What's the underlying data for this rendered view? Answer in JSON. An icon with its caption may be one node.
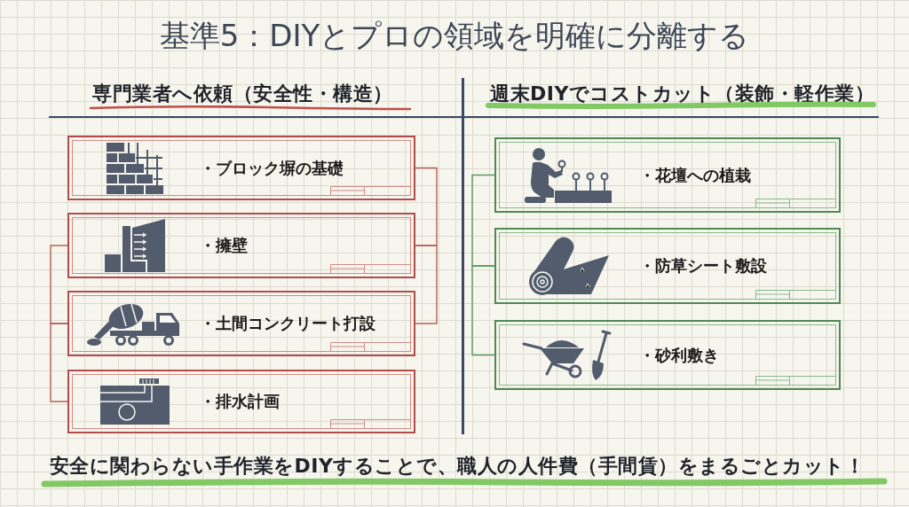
{
  "diagram": {
    "title": "基準5：DIYとプロの領域を明確に分離する",
    "caption": "安全に関わらない手作業をDIYすることで、職人の人件費（手間賃）をまるごとカット！",
    "nodes": [
      {
        "text": [
          "・ブロック塀の基礎"
        ]
      },
      {
        "text": [
          "・擁壁"
        ]
      },
      {
        "text": [
          "・土間コンクリート打設"
        ]
      },
      {
        "text": [
          "・排水計画"
        ]
      },
      {
        "text": [
          "・花壇への植栽"
        ]
      },
      {
        "text": [
          "・防草シート敷設"
        ]
      },
      {
        "text": [
          "・砂利敷き"
        ]
      }
    ],
    "edges": [
      {
        "from": 0,
        "to": 1,
        "arrow": "none"
      },
      {
        "from": 1,
        "to": 2,
        "arrow": "none"
      },
      {
        "from": 1,
        "to": 2,
        "arrow": "none"
      },
      {
        "from": 2,
        "to": 3,
        "arrow": "none"
      },
      {
        "from": 4,
        "to": 5,
        "arrow": "none",
        "color": "#5a9a60"
      },
      {
        "from": 5,
        "to": 6,
        "arrow": "none",
        "color": "#5a9a60"
      }
    ],
    "labels": [
      "専門業者へ依頼（安全性・構造）",
      "週末DIYでコストカット（装飾・軽作業）"
    ]
  }
}
